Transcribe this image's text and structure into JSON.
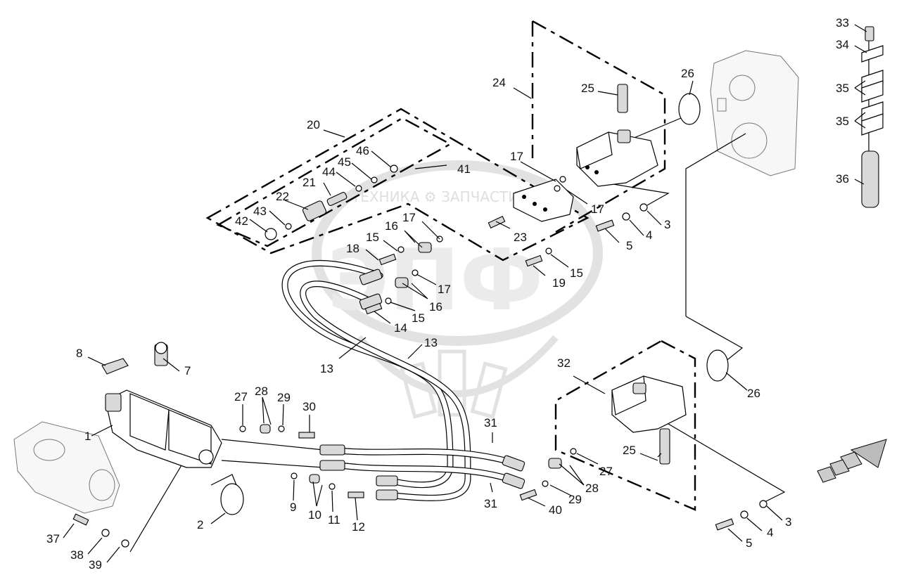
{
  "watermark": {
    "text": "ТЕХНИКА ⚙ ЗАПЧАСТИ",
    "logo": "ЭПФ"
  },
  "callouts": [
    "1",
    "2",
    "3",
    "3",
    "4",
    "4",
    "5",
    "5",
    "7",
    "8",
    "9",
    "10",
    "11",
    "12",
    "13",
    "13",
    "14",
    "15",
    "15",
    "15",
    "16",
    "16",
    "17",
    "17",
    "17",
    "17",
    "18",
    "19",
    "20",
    "21",
    "22",
    "23",
    "24",
    "25",
    "25",
    "26",
    "26",
    "27",
    "27",
    "28",
    "28",
    "29",
    "29",
    "30",
    "31",
    "31",
    "32",
    "33",
    "34",
    "35",
    "35",
    "36",
    "37",
    "38",
    "39",
    "40",
    "41",
    "42",
    "43",
    "44",
    "45",
    "46"
  ]
}
